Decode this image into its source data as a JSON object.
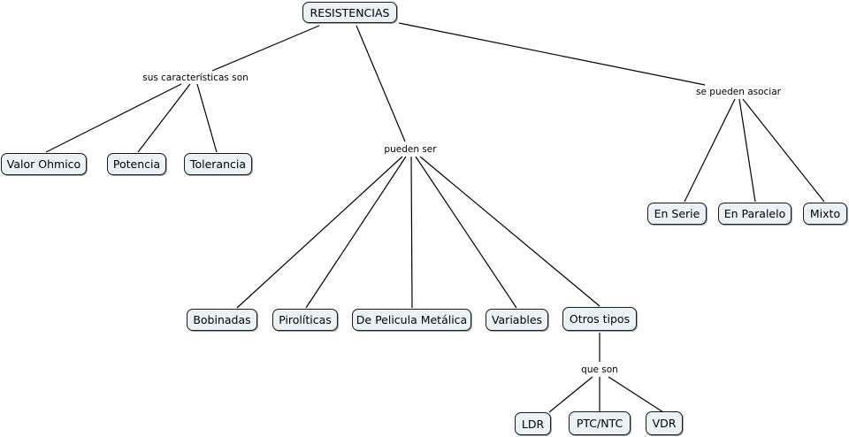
{
  "diagram": {
    "type": "concept-map",
    "root": "RESISTENCIAS",
    "concepts": {
      "resistencias": "RESISTENCIAS",
      "valor_ohmico": "Valor Ohmico",
      "potencia": "Potencia",
      "tolerancia": "Tolerancia",
      "bobinadas": "Bobinadas",
      "piroliticas": "Pirolíticas",
      "pelicula_metalica": "De Pelicula Metálica",
      "variables": "Variables",
      "otros_tipos": "Otros tipos",
      "ldr": "LDR",
      "ptc_ntc": "PTC/NTC",
      "vdr": "VDR",
      "en_serie": "En Serie",
      "en_paralelo": "En Paralelo",
      "mixto": "Mixto"
    },
    "linking_phrases": {
      "caracteristicas": "sus características son",
      "pueden_ser": "pueden ser",
      "asociar": "se pueden asociar",
      "que_son": "que son"
    },
    "relations": [
      {
        "from": "resistencias",
        "via": "caracteristicas",
        "to": [
          "valor_ohmico",
          "potencia",
          "tolerancia"
        ]
      },
      {
        "from": "resistencias",
        "via": "pueden_ser",
        "to": [
          "bobinadas",
          "piroliticas",
          "pelicula_metalica",
          "variables",
          "otros_tipos"
        ]
      },
      {
        "from": "resistencias",
        "via": "asociar",
        "to": [
          "en_serie",
          "en_paralelo",
          "mixto"
        ]
      },
      {
        "from": "otros_tipos",
        "via": "que_son",
        "to": [
          "ldr",
          "ptc_ntc",
          "vdr"
        ]
      }
    ]
  }
}
